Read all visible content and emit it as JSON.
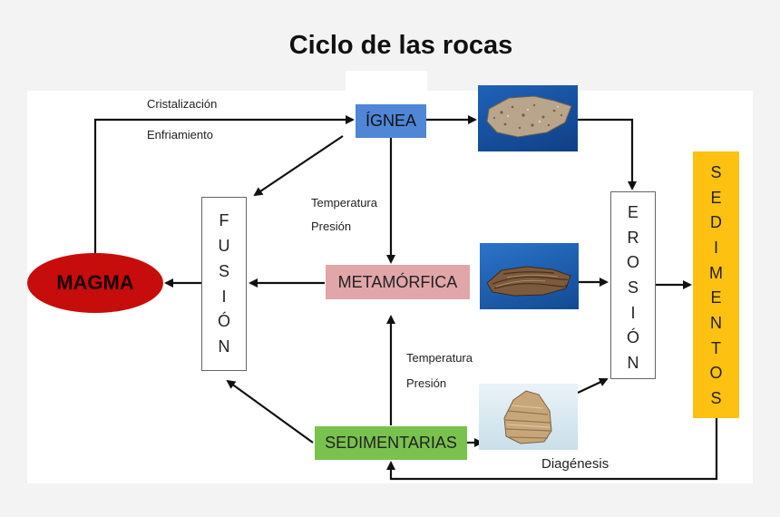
{
  "title": "Ciclo de las rocas",
  "nodes": {
    "ignea": "ÍGNEA",
    "metamorfica": "METAMÓRFICA",
    "sedimentarias": "SEDIMENTARIAS",
    "magma": "MAGMA"
  },
  "vertical_boxes": {
    "fusion": [
      "F",
      "U",
      "S",
      "I",
      "Ó",
      "N"
    ],
    "erosion": [
      "E",
      "R",
      "O",
      "S",
      "I",
      "Ó",
      "N"
    ],
    "sedimentos": [
      "S",
      "E",
      "D",
      "I",
      "M",
      "E",
      "N",
      "T",
      "O",
      "S"
    ]
  },
  "labels": {
    "cristalizacion": "Cristalización",
    "enfriamiento": "Enfriamiento",
    "temperatura_1": "Temperatura",
    "presion_1": "Presión",
    "temperatura_2": "Temperatura",
    "presion_2": "Presión",
    "diagenesis": "Diagénesis"
  },
  "colors": {
    "ignea": "#4f86d6",
    "metamorfica": "#e0a6a8",
    "sedimentarias": "#79c24e",
    "magma": "#c70c0c",
    "sedimentos": "#fdc111"
  }
}
